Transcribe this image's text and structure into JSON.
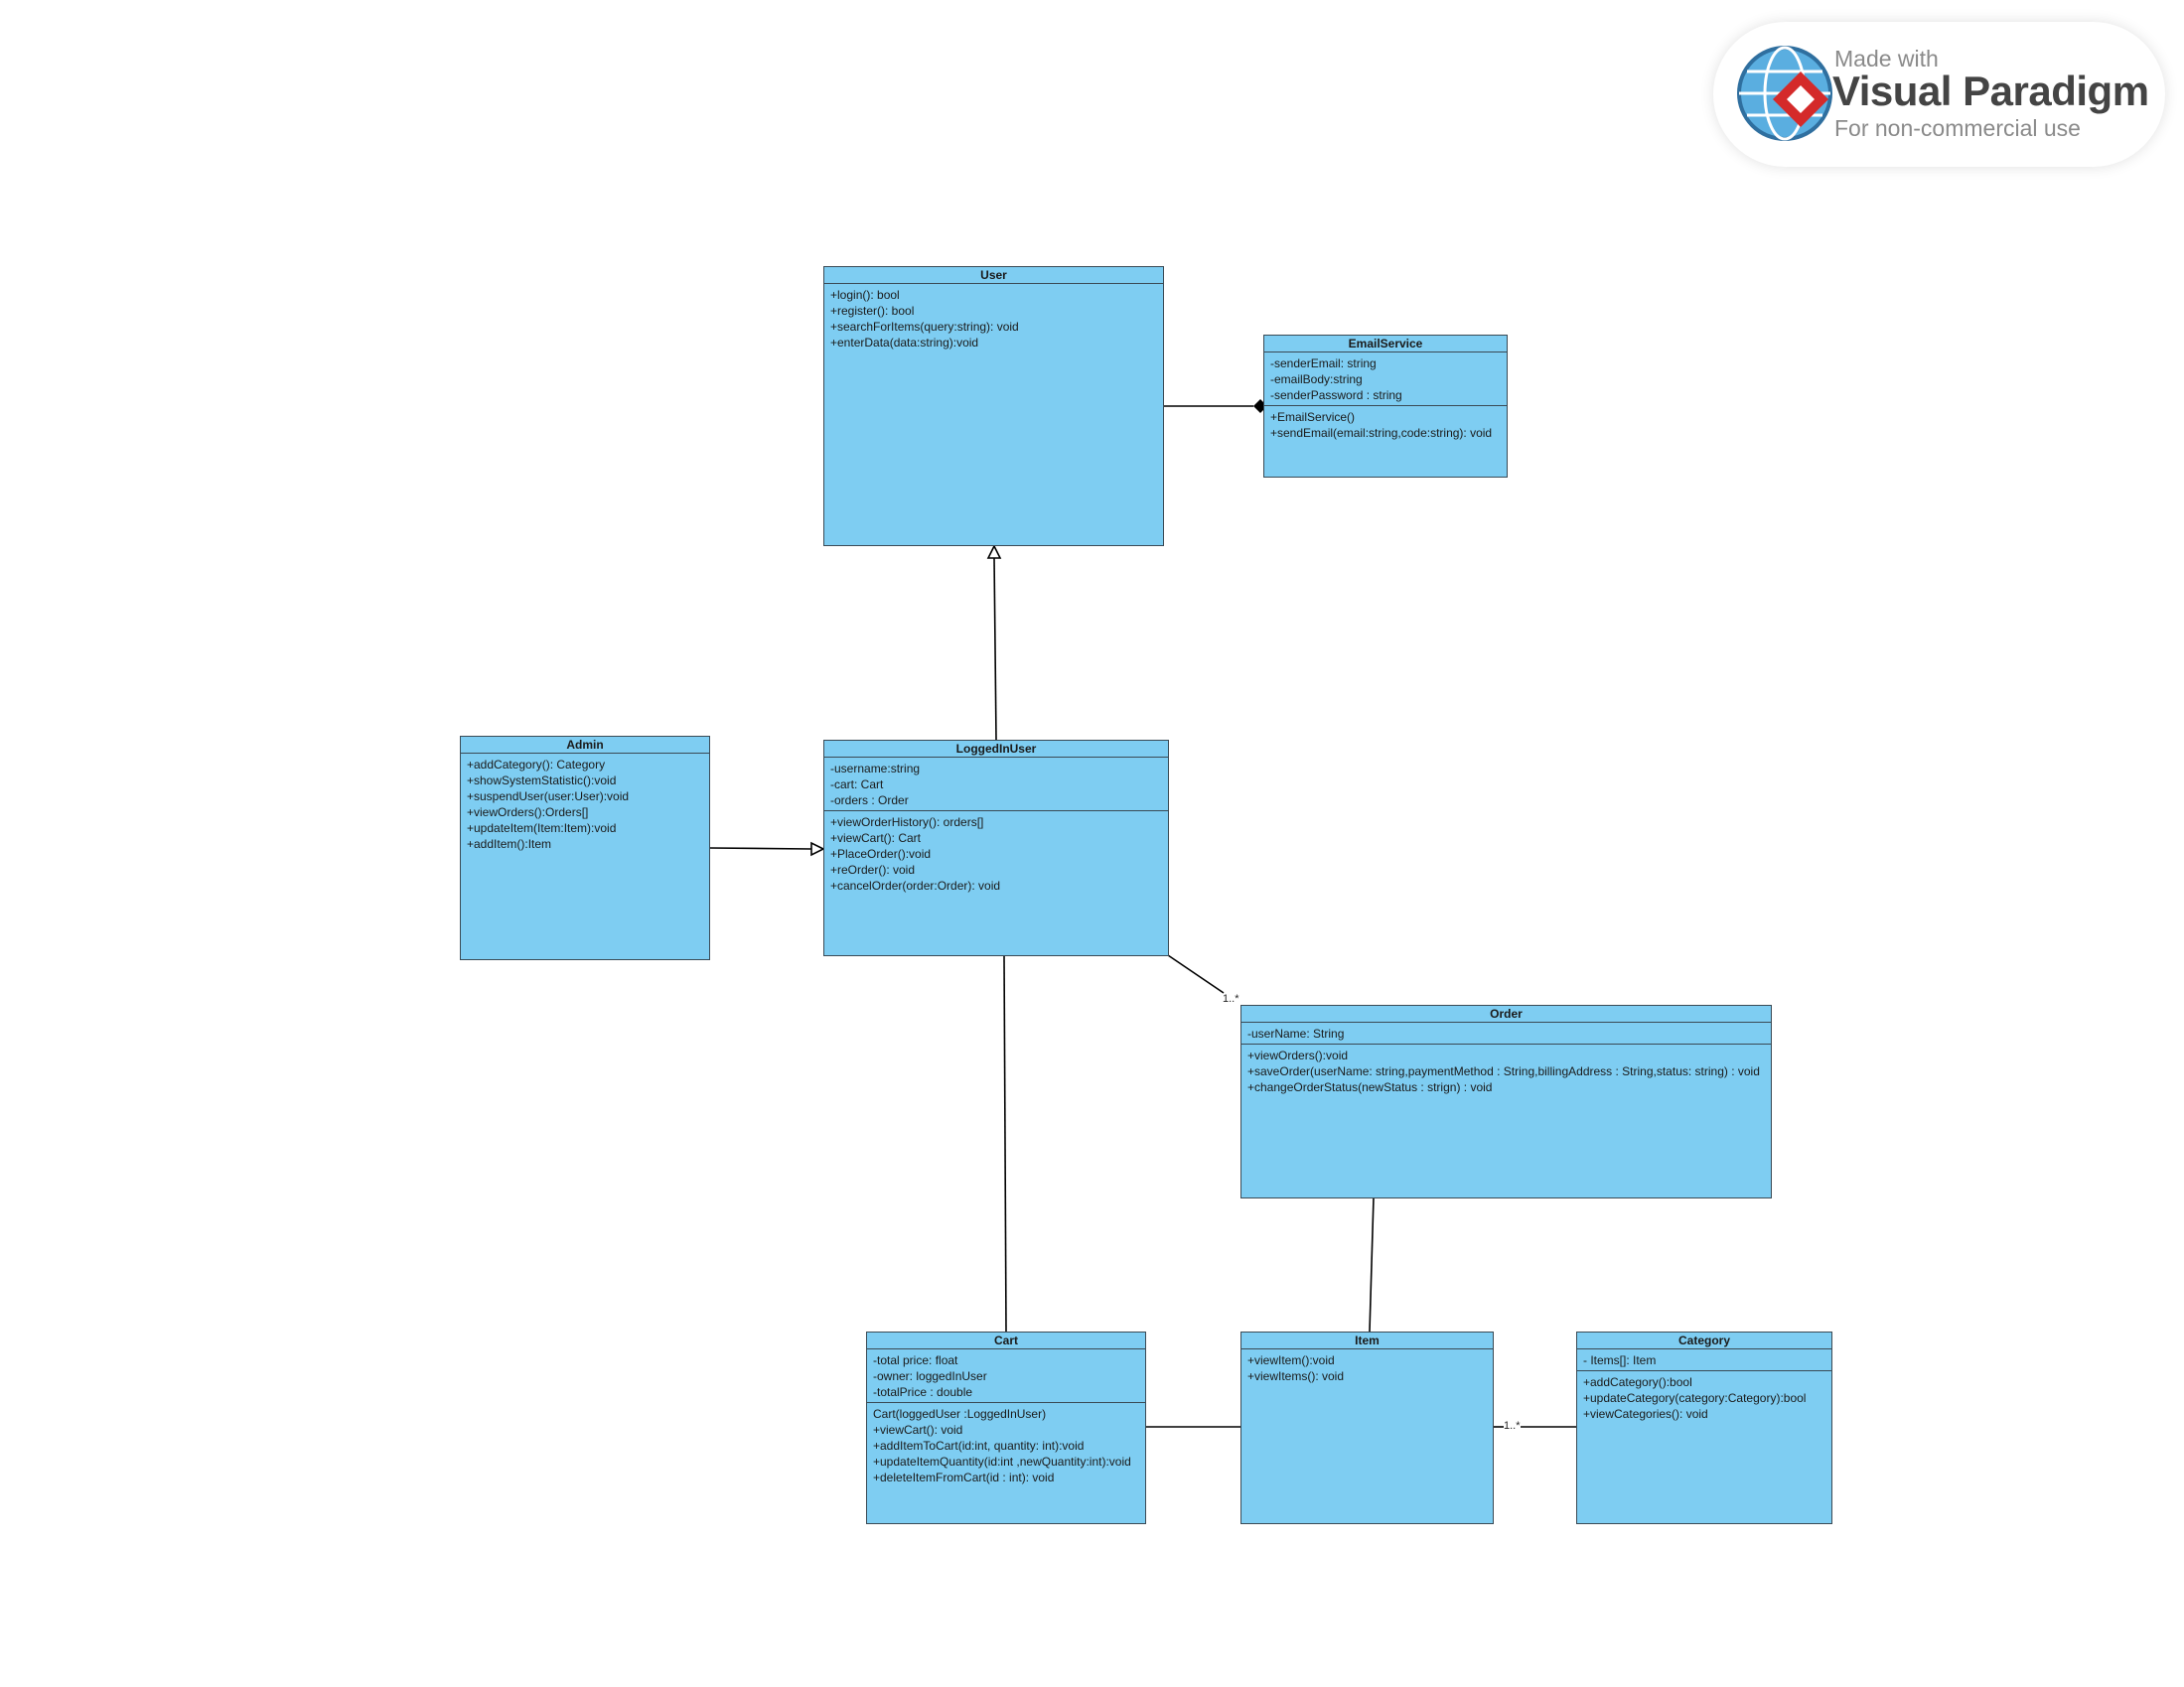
{
  "badge": {
    "made": "Made with",
    "brand": "Visual Paradigm",
    "sub": "For non-commercial use"
  },
  "colors": {
    "class_fill": "#7ecdf2",
    "class_border": "#3a4a55",
    "edge": "#000000"
  },
  "classes": {
    "user": {
      "name": "User",
      "attributes": [],
      "operations": [
        "+login(): bool",
        "+register(): bool",
        "+searchForItems(query:string): void",
        "+enterData(data:string):void"
      ]
    },
    "emailservice": {
      "name": "EmailService",
      "attributes": [
        "-senderEmail: string",
        "-emailBody:string",
        "-senderPassword : string"
      ],
      "operations": [
        "+EmailService()",
        "+sendEmail(email:string,code:string): void"
      ]
    },
    "admin": {
      "name": "Admin",
      "attributes": [],
      "operations": [
        "+addCategory(): Category",
        "+showSystemStatistic():void",
        "+suspendUser(user:User):void",
        "+viewOrders():Orders[]",
        "+updateItem(Item:Item):void",
        "+addItem():Item"
      ]
    },
    "loggedinuser": {
      "name": "LoggedInUser",
      "attributes": [
        "-username:string",
        "-cart: Cart",
        "-orders : Order"
      ],
      "operations": [
        "+viewOrderHistory(): orders[]",
        "+viewCart(): Cart",
        "+PlaceOrder():void",
        "+reOrder(): void",
        "+cancelOrder(order:Order): void"
      ]
    },
    "order": {
      "name": "Order",
      "attributes": [
        "-userName: String"
      ],
      "operations": [
        "+viewOrders():void",
        "+saveOrder(userName: string,paymentMethod : String,billingAddress : String,status: string) : void",
        "+changeOrderStatus(newStatus : strign) : void"
      ]
    },
    "cart": {
      "name": "Cart",
      "attributes": [
        "-total price: float",
        "-owner: loggedInUser",
        "-totalPrice : double"
      ],
      "operations": [
        "Cart(loggedUser :LoggedInUser)",
        "+viewCart(): void",
        "+addItemToCart(id:int, quantity: int):void",
        "+updateItemQuantity(id:int ,newQuantity:int):void",
        "+deleteItemFromCart(id : int): void"
      ]
    },
    "item": {
      "name": "Item",
      "attributes": [],
      "operations": [
        "+viewItem():void",
        "+viewItems(): void"
      ]
    },
    "category": {
      "name": "Category",
      "attributes": [
        "- Items[]: Item"
      ],
      "operations": [
        "+addCategory():bool",
        "+updateCategory(category:Category):bool",
        "+viewCategories(): void"
      ]
    }
  },
  "multiplicities": {
    "loggedinuser_order": "1..*",
    "item_category": "1..*"
  }
}
